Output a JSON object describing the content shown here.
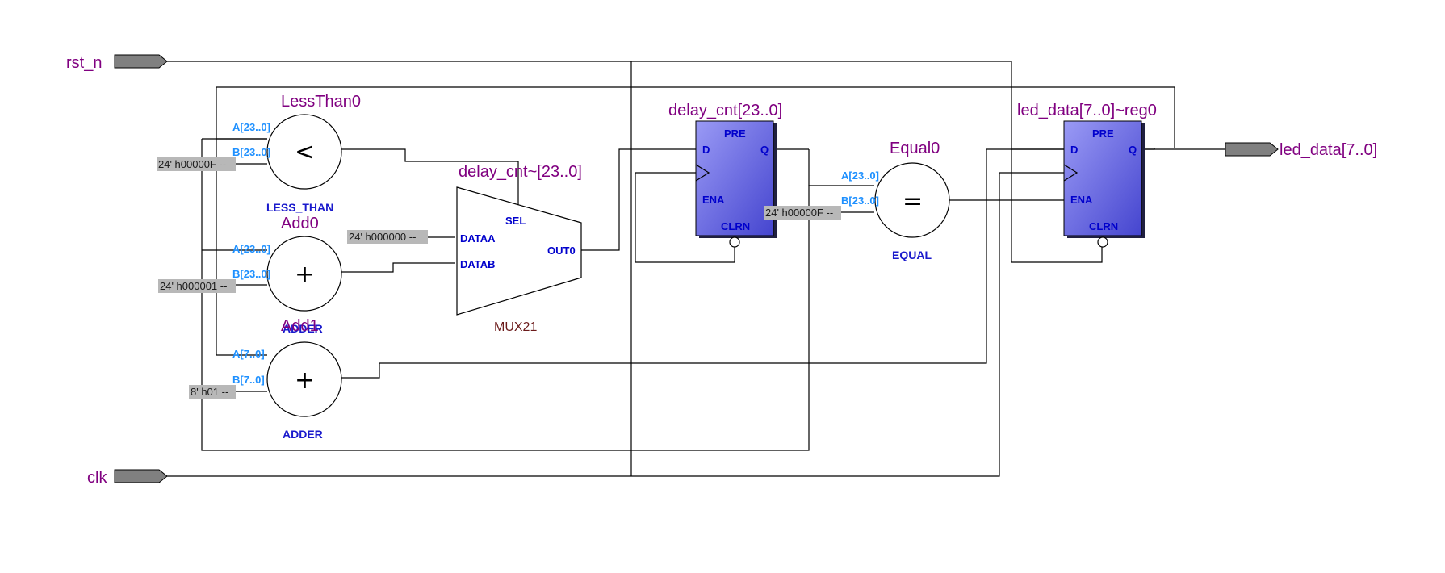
{
  "io": {
    "rst_n": "rst_n",
    "clk": "clk",
    "led_data": "led_data[7..0]"
  },
  "lessthan": {
    "title": "LessThan0",
    "pin_a": "A[23..0]",
    "pin_b": "B[23..0]",
    "symbol": "<",
    "type": "LESS_THAN",
    "const": "24' h00000F --"
  },
  "add0": {
    "title": "Add0",
    "pin_a": "A[23..0]",
    "pin_b": "B[23..0]",
    "symbol": "+",
    "type": "ADDER",
    "const": "24' h000001 --"
  },
  "add1": {
    "title": "Add1",
    "pin_a": "A[7..0]",
    "pin_b": "B[7..0]",
    "symbol": "+",
    "type": "ADDER",
    "const": "8' h01 --"
  },
  "mux": {
    "title": "delay_cnt~[23..0]",
    "sel": "SEL",
    "dataa": "DATAA",
    "datab": "DATAB",
    "out": "OUT0",
    "type": "MUX21",
    "const": "24' h000000 --"
  },
  "dff_delay": {
    "title": "delay_cnt[23..0]",
    "pre": "PRE",
    "d": "D",
    "q": "Q",
    "ena": "ENA",
    "clrn": "CLRN"
  },
  "equal": {
    "title": "Equal0",
    "pin_a": "A[23..0]",
    "pin_b": "B[23..0]",
    "symbol": "=",
    "type": "EQUAL",
    "const": "24' h00000F --"
  },
  "dff_led": {
    "title": "led_data[7..0]~reg0",
    "pre": "PRE",
    "d": "D",
    "q": "Q",
    "ena": "ENA",
    "clrn": "CLRN"
  },
  "colors": {
    "wire": "#000000",
    "port_fill": "#808080",
    "const_fill": "#b8b8b8",
    "dff_fill": "#6a6ae0",
    "title": "#800080",
    "pin": "#1e90ff",
    "port_text": "#0000cc"
  }
}
